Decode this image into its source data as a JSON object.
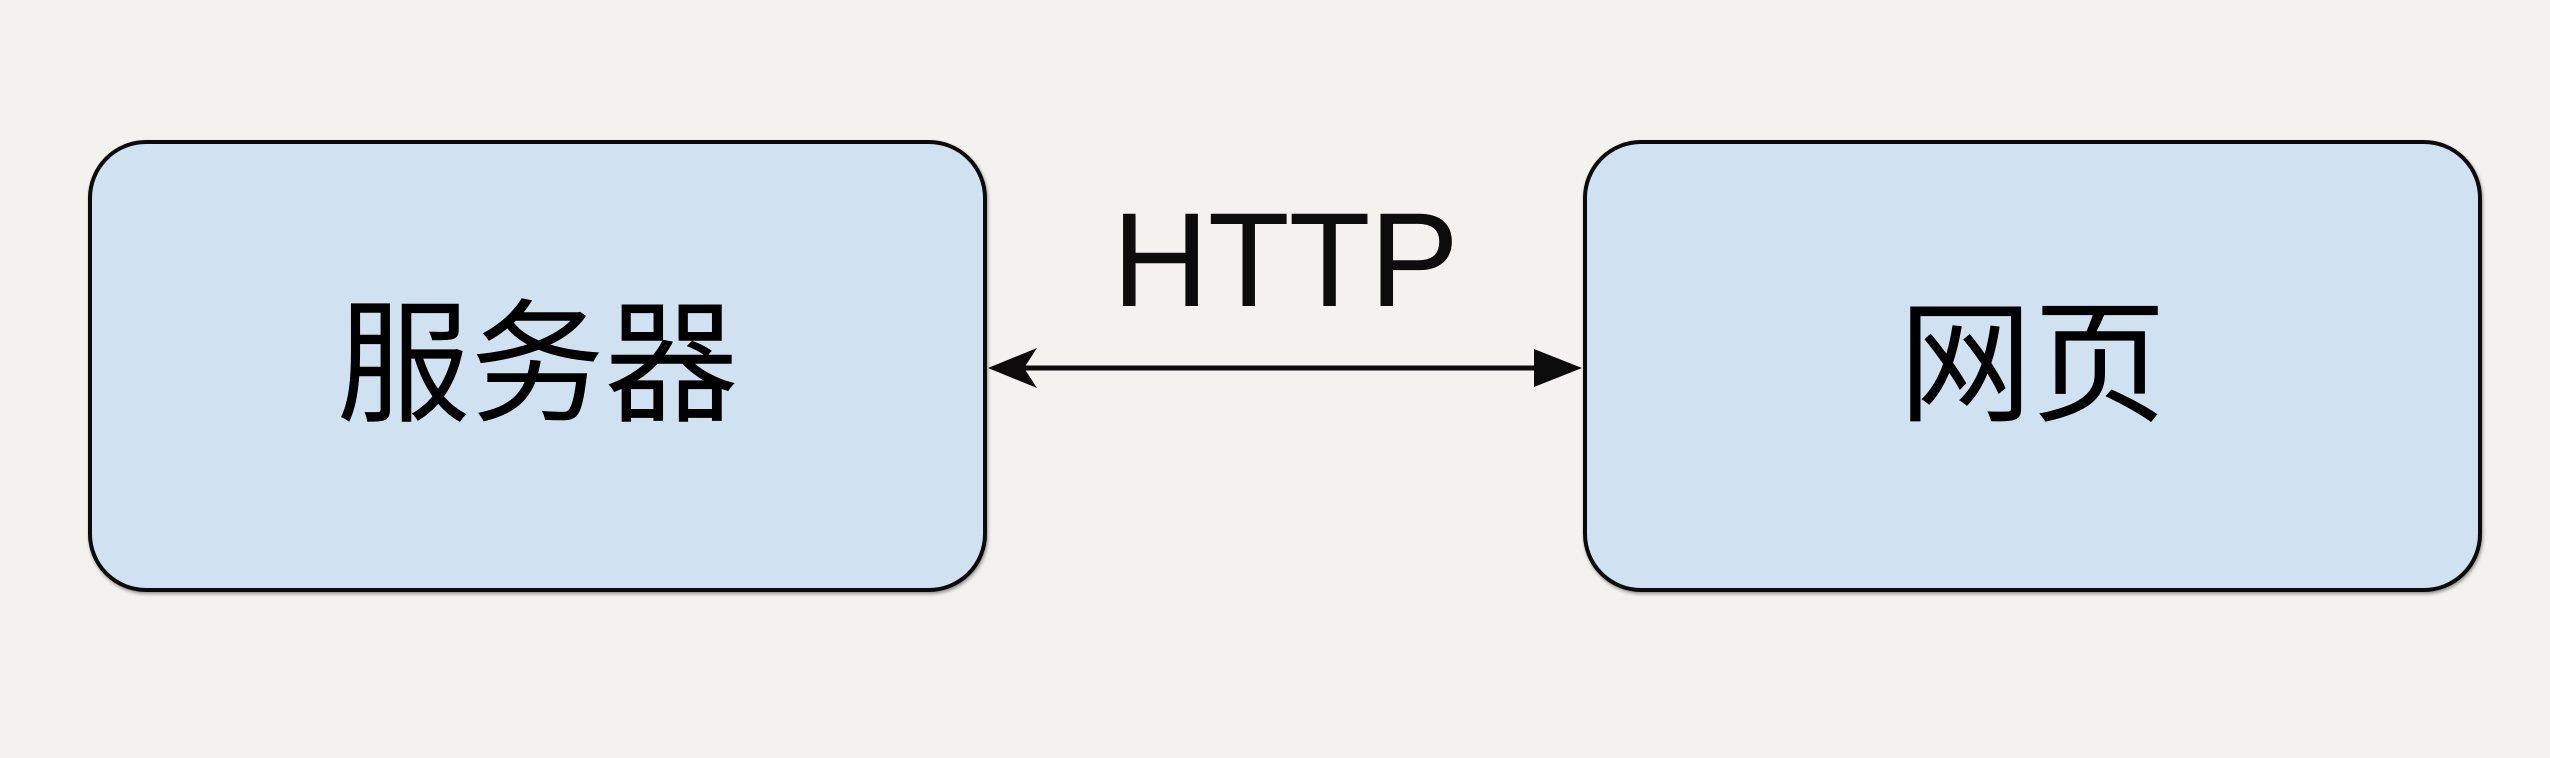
{
  "diagram": {
    "title": "",
    "background_color": "#f4f2ee",
    "node_fill_color": "#d0e2f2",
    "node_border_color": "#0b0b0b",
    "arrow_color": "#0c0c0c",
    "left_node": {
      "label": "服务器"
    },
    "right_node": {
      "label": "网页"
    },
    "connector": {
      "label": "HTTP",
      "type": "double-headed-arrow",
      "from": "服务器",
      "to": "网页"
    }
  }
}
